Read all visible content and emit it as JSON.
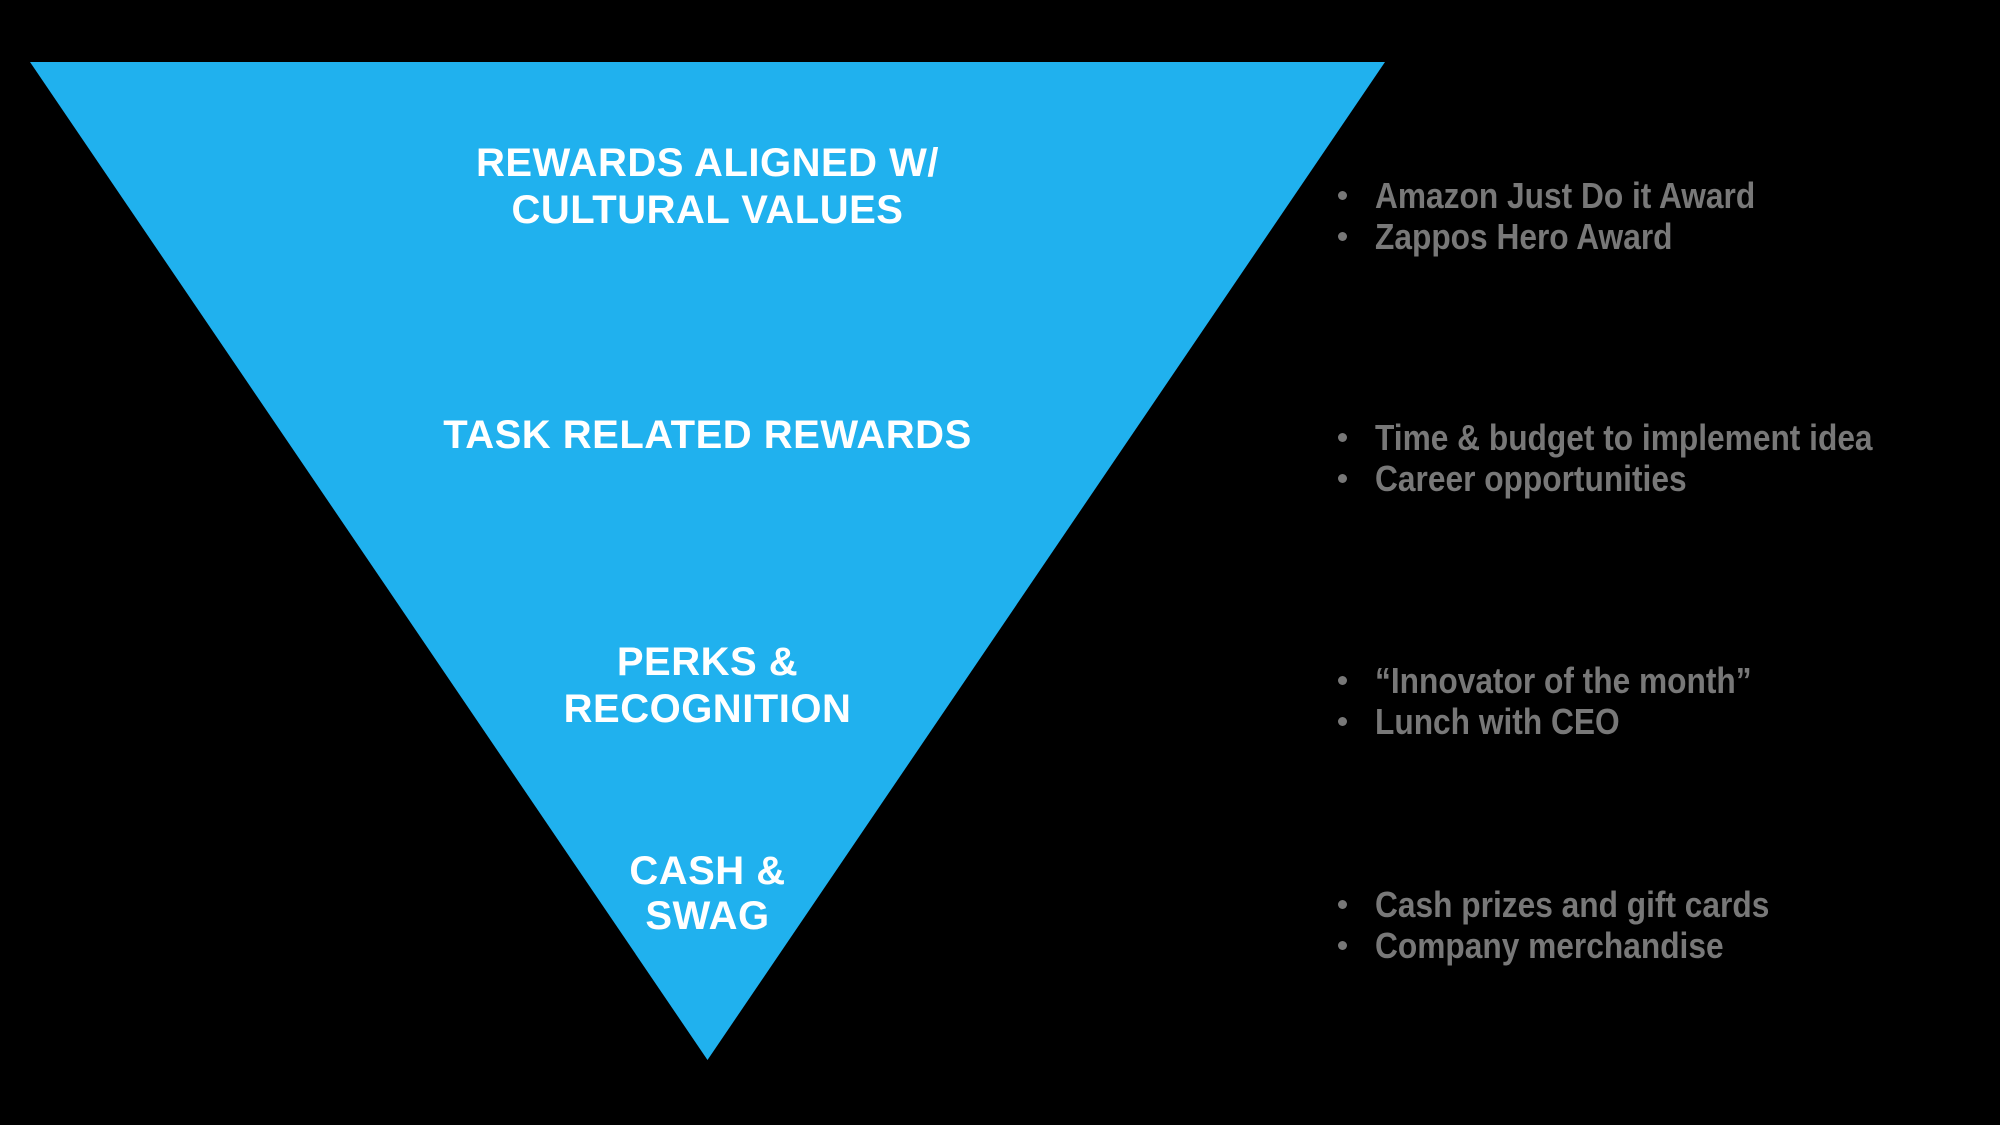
{
  "colors": {
    "background": "#000000",
    "pyramid": "#20B1EE",
    "level_text": "#FFFFFF",
    "bullet_text": "#787878"
  },
  "pyramid": {
    "levels": [
      {
        "name": "rewards-aligned-with-cultural-values",
        "label_lines": [
          "REWARDS ALIGNED W/",
          "CULTURAL VALUES"
        ],
        "bullets": [
          "Amazon Just Do it Award",
          "Zappos Hero Award"
        ]
      },
      {
        "name": "task-related-rewards",
        "label_lines": [
          "TASK RELATED REWARDS"
        ],
        "bullets": [
          "Time & budget to implement idea",
          "Career opportunities"
        ]
      },
      {
        "name": "perks-and-recognition",
        "label_lines": [
          "PERKS &",
          "RECOGNITION"
        ],
        "bullets": [
          "“Innovator of the month”",
          "Lunch with CEO"
        ]
      },
      {
        "name": "cash-and-swag",
        "label_lines": [
          "CASH &",
          "SWAG"
        ],
        "bullets": [
          "Cash prizes and gift cards",
          "Company merchandise"
        ]
      }
    ]
  }
}
